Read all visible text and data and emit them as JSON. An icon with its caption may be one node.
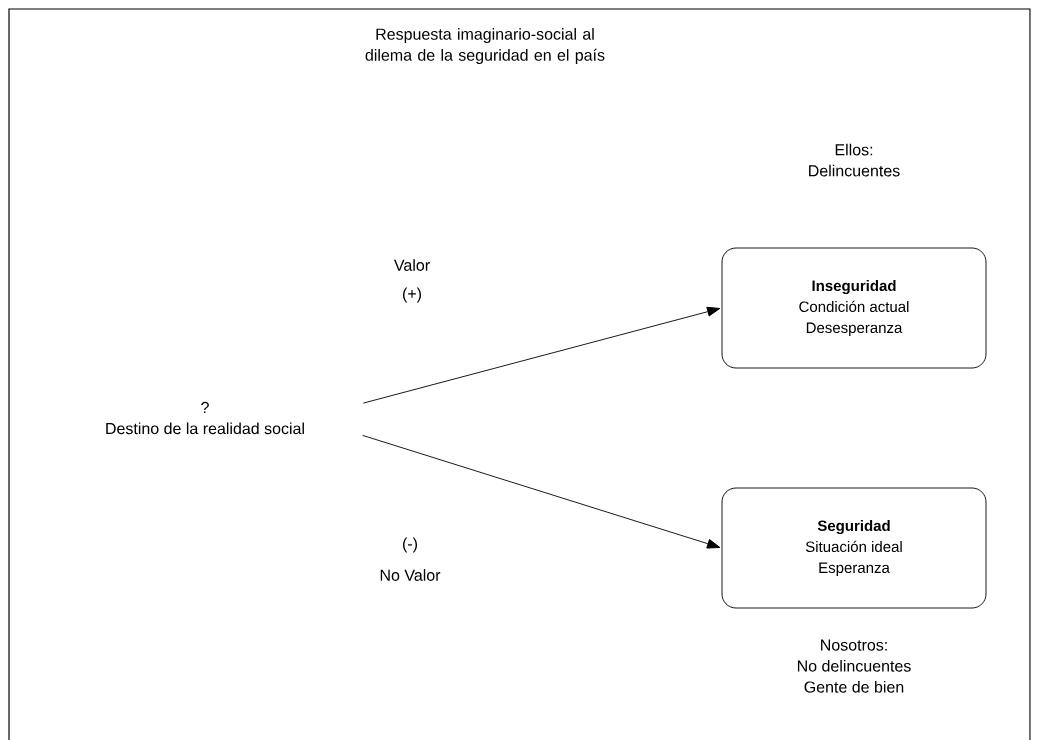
{
  "diagram": {
    "title": "Respuesta imaginario-social al dilema de la seguridad en el país",
    "nodes": [
      {
        "text": [
          "?",
          "Destino de la realidad social"
        ]
      },
      {
        "text": [
          "Inseguridad",
          "Condición actual",
          "Desesperanza"
        ],
        "beside": [
          "Ellos:",
          "Delincuentes"
        ]
      },
      {
        "text": [
          "Seguridad",
          "Situación ideal",
          "Esperanza"
        ],
        "beside": [
          "Nosotros:",
          "No delincuentes",
          "Gente de bien"
        ]
      }
    ],
    "edges": [
      {
        "from": 0,
        "to": 1,
        "arrow": "to"
      },
      {
        "from": 0,
        "to": 2,
        "arrow": "to"
      }
    ],
    "labels": [
      "Valor",
      "(+)",
      "(-)",
      "No Valor"
    ]
  }
}
